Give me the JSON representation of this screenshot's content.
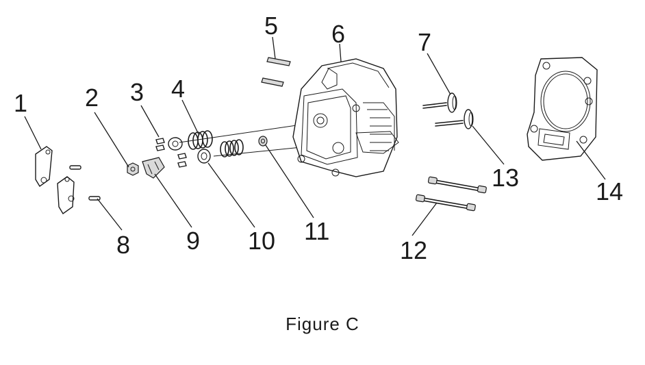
{
  "callouts": [
    "1",
    "2",
    "3",
    "4",
    "5",
    "6",
    "7",
    "8",
    "9",
    "10",
    "11",
    "12",
    "13",
    "14"
  ],
  "caption": "Figure C"
}
